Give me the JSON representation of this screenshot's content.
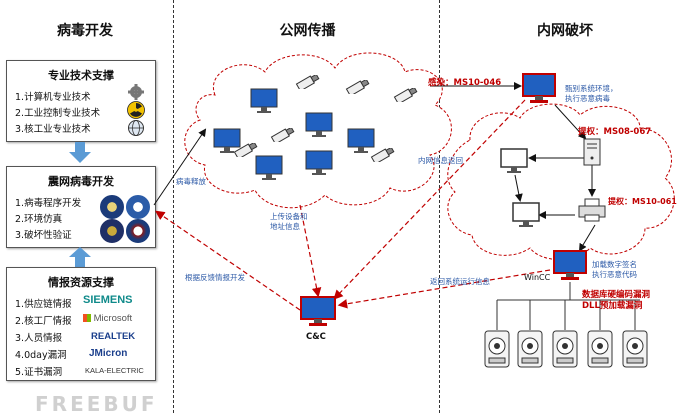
{
  "columns": {
    "dev": "病毒开发",
    "spread": "公网传播",
    "destroy": "内网破坏"
  },
  "tech_support": {
    "title": "专业技术支撑",
    "items": [
      "1.计算机专业技术",
      "2.工业控制专业技术",
      "3.核工业专业技术"
    ]
  },
  "virus_dev": {
    "title": "震网病毒开发",
    "items": [
      "1.病毒程序开发",
      "2.环境仿真",
      "3.破坏性验证"
    ]
  },
  "intel": {
    "title": "情报资源支撑",
    "items": [
      "1.供应链情报",
      "2.核工厂情报",
      "3.人员情报",
      "4.0day漏洞",
      "5.证书漏洞"
    ],
    "brands": [
      "SIEMENS",
      "Microsoft",
      "REALTEK",
      "JMicron",
      "KALA-ELECTRIC"
    ]
  },
  "labels": {
    "virus_release": "病毒释放",
    "upload": "上传设备和\n地址信息",
    "adjust": "根据反馈情报开发",
    "infect": "感染：MS10-046",
    "identify": "甄别系统环境，\n执行恶意病毒",
    "priv1": "提权：MS08-067",
    "priv2": "提权：MS10-061",
    "intranet_return": "内网信息返回",
    "return_run": "返回系统运行信息",
    "load_sign": "加载数字签名\n执行恶意代码",
    "wincc": "WinCC",
    "cc": "C&C",
    "vuln": "数据库硬编码漏洞\nDLL预加载漏洞"
  },
  "watermark": "FREEBUF",
  "colors": {
    "accent_blue": "#4a90d9",
    "red": "#c00000",
    "label_blue": "#2d5aa7"
  }
}
